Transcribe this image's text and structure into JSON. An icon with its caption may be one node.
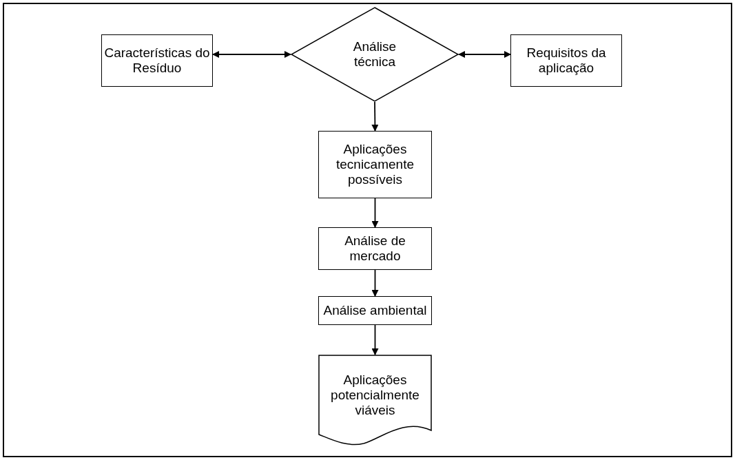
{
  "diagram": {
    "nodes": [
      {
        "text": [
          "Características do Resíduo"
        ]
      },
      {
        "text": [
          "Análise técnica"
        ]
      },
      {
        "text": [
          "Requisitos da aplicação"
        ]
      },
      {
        "text": [
          "Aplicações tecnicamente possíveis"
        ]
      },
      {
        "text": [
          "Análise de mercado"
        ]
      },
      {
        "text": [
          "Análise ambiental"
        ]
      },
      {
        "text": [
          "Aplicações potencialmente viáveis"
        ]
      }
    ],
    "edges": [
      {
        "from": 0,
        "to": 1,
        "arrow": "both"
      },
      {
        "from": 1,
        "to": 2,
        "arrow": "both"
      },
      {
        "from": 1,
        "to": 3,
        "arrow": "to"
      },
      {
        "from": 3,
        "to": 4,
        "arrow": "to"
      },
      {
        "from": 4,
        "to": 5,
        "arrow": "to"
      },
      {
        "from": 5,
        "to": 6,
        "arrow": "to"
      }
    ]
  }
}
